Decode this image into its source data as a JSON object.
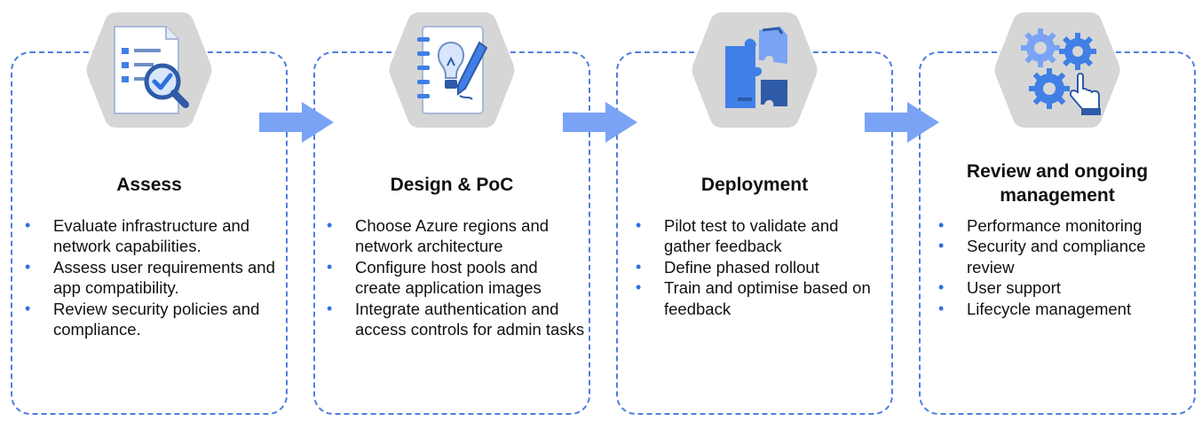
{
  "stages": [
    {
      "title": "Assess",
      "icon": "document-magnifier-checklist-icon",
      "bullets": [
        "Evaluate infrastructure and network capabilities.",
        "Assess user requirements and app compatibility.",
        "Review security policies and compliance."
      ]
    },
    {
      "title": "Design & PoC",
      "icon": "notebook-lightbulb-pen-icon",
      "bullets": [
        "Choose Azure regions and network architecture",
        "Configure host pools and create application images",
        "Integrate authentication and access controls for admin tasks"
      ]
    },
    {
      "title": "Deployment",
      "icon": "puzzle-pieces-icon",
      "bullets": [
        "Pilot test to validate and gather feedback",
        "Define phased rollout",
        " Train and optimise based on feedback"
      ]
    },
    {
      "title": "Review and ongoing management",
      "icon": "gears-hand-pointer-icon",
      "bullets": [
        "Performance monitoring",
        "Security and compliance review",
        "User support",
        "Lifecycle management"
      ]
    }
  ],
  "colors": {
    "border": "#4d7fe0",
    "arrow": "#7aa3f5",
    "hexagon": "#d6d6d6",
    "bullet": "#2f6fe0",
    "icon_blue": "#3f7fe6"
  }
}
